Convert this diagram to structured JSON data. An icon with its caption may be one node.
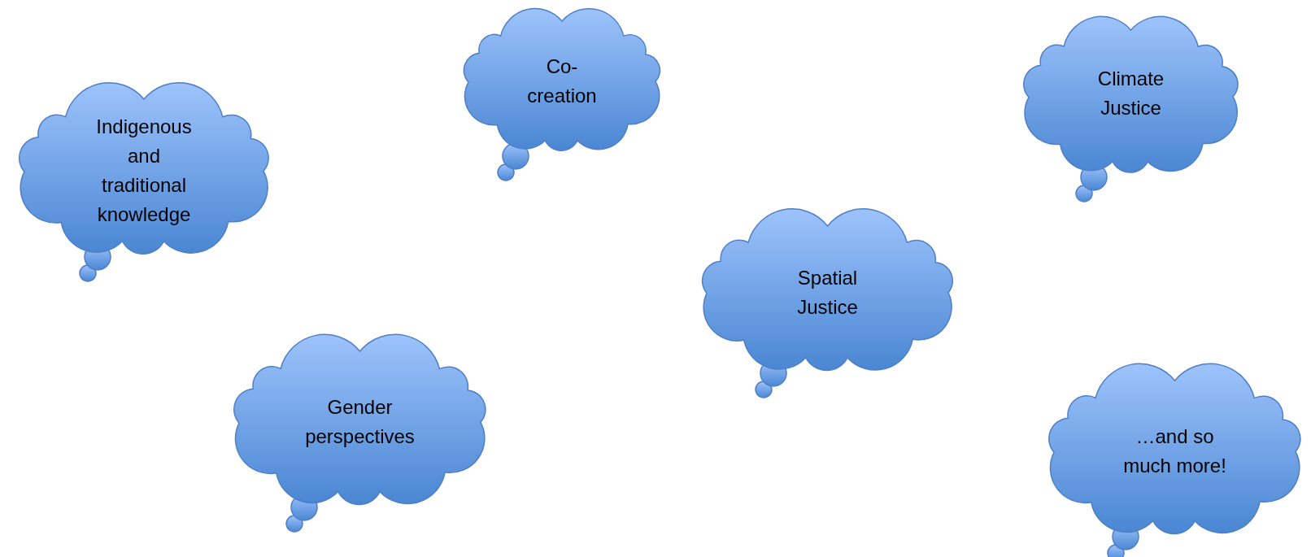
{
  "diagram": {
    "nodes": [
      {
        "text": [
          "Indigenous and traditional knowledge"
        ]
      },
      {
        "text": [
          "Co-creation"
        ]
      },
      {
        "text": [
          "Climate Justice"
        ]
      },
      {
        "text": [
          "Spatial Justice"
        ]
      },
      {
        "text": [
          "Gender perspectives"
        ]
      },
      {
        "text": [
          "…and so much more!"
        ]
      }
    ]
  }
}
